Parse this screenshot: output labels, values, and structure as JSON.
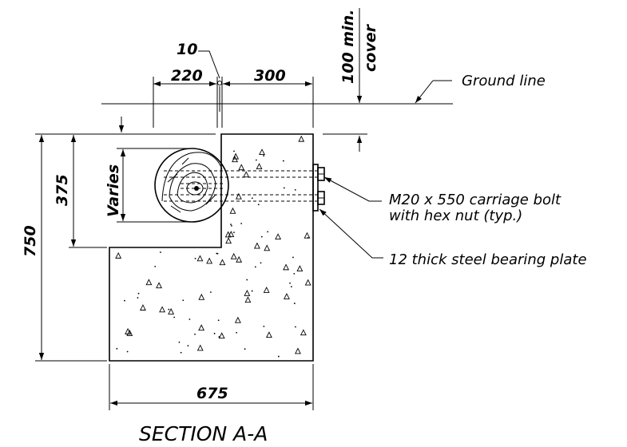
{
  "dimensions": {
    "d10": "10",
    "d220": "220",
    "d300": "300",
    "cover": "100 min. cover",
    "cover_line1": "100 min.",
    "cover_line2": "cover",
    "d375": "375",
    "varies": "Varies",
    "d750": "750",
    "d675": "675"
  },
  "labels": {
    "ground_line": "Ground line",
    "bolt_line1": "M20 x 550 carriage bolt",
    "bolt_line2": "with hex nut (typ.)",
    "plate": "12 thick steel bearing plate"
  },
  "title": "SECTION A-A",
  "colors": {
    "ink": "#000000",
    "background": "#ffffff"
  }
}
